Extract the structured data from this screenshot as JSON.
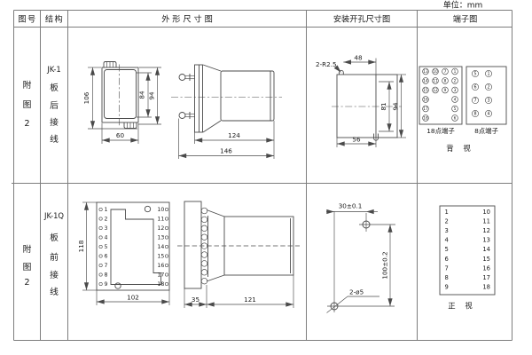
{
  "unit_label": "单位：mm",
  "header": {
    "col_figure": "图号",
    "col_structure": "结构",
    "col_outline": "外 形 尺 寸 图",
    "col_install": "安装开孔尺寸图",
    "col_terminal": "端子图"
  },
  "colors": {
    "drawing_line": "#4a4a4a",
    "table_line": "#7d7d7d",
    "text": "#1a1a1a",
    "background": "#ffffff"
  },
  "rows": [
    {
      "figure_chars": [
        "附",
        "图",
        "2"
      ],
      "model": "JK-1",
      "wiring_chars": [
        "板",
        "后",
        "接",
        "线"
      ],
      "outline_dims": {
        "height": "106",
        "inner_height": "84",
        "right_height": "94",
        "width": "60",
        "body_depth": "124",
        "total_depth": "146"
      },
      "install_dims": {
        "slots": "2-R2.5",
        "top_width": "48",
        "inner_height": "81",
        "outer_height": "94",
        "bottom_width": "56"
      },
      "terminal": {
        "t18": {
          "label": "18点端子",
          "grid": [
            [
              "13",
              "10",
              "7",
              "1"
            ],
            [
              "14",
              "11",
              "8",
              "2"
            ],
            [
              "15",
              "12",
              "9",
              "3"
            ]
          ],
          "left_col": [
            "16",
            "17",
            "18"
          ],
          "right_col": [
            "4",
            "5",
            "6"
          ]
        },
        "t8": {
          "label": "8点端子",
          "left_col": [
            "5",
            "6",
            "7",
            "8"
          ],
          "right_col": [
            "1",
            "2",
            "3",
            "4"
          ]
        },
        "view_label": "背 视"
      }
    },
    {
      "figure_chars": [
        "附",
        "图",
        "2"
      ],
      "model": "JK-1Q",
      "wiring_chars": [
        "板",
        "前",
        "接",
        "线"
      ],
      "outline_dims": {
        "height": "118",
        "width": "102",
        "panel_depth": "35",
        "body_depth": "121"
      },
      "install_dims": {
        "hole_spacing_h": "30±0.1",
        "hole_spacing_v": "100±0.2",
        "holes": "2-ø5"
      },
      "terminals_left": [
        "1",
        "2",
        "3",
        "4",
        "5",
        "6",
        "7",
        "8",
        "9"
      ],
      "terminals_right": [
        "10",
        "11",
        "12",
        "13",
        "14",
        "15",
        "16",
        "17",
        "18"
      ],
      "terminal": {
        "view_label": "正 视"
      }
    }
  ]
}
